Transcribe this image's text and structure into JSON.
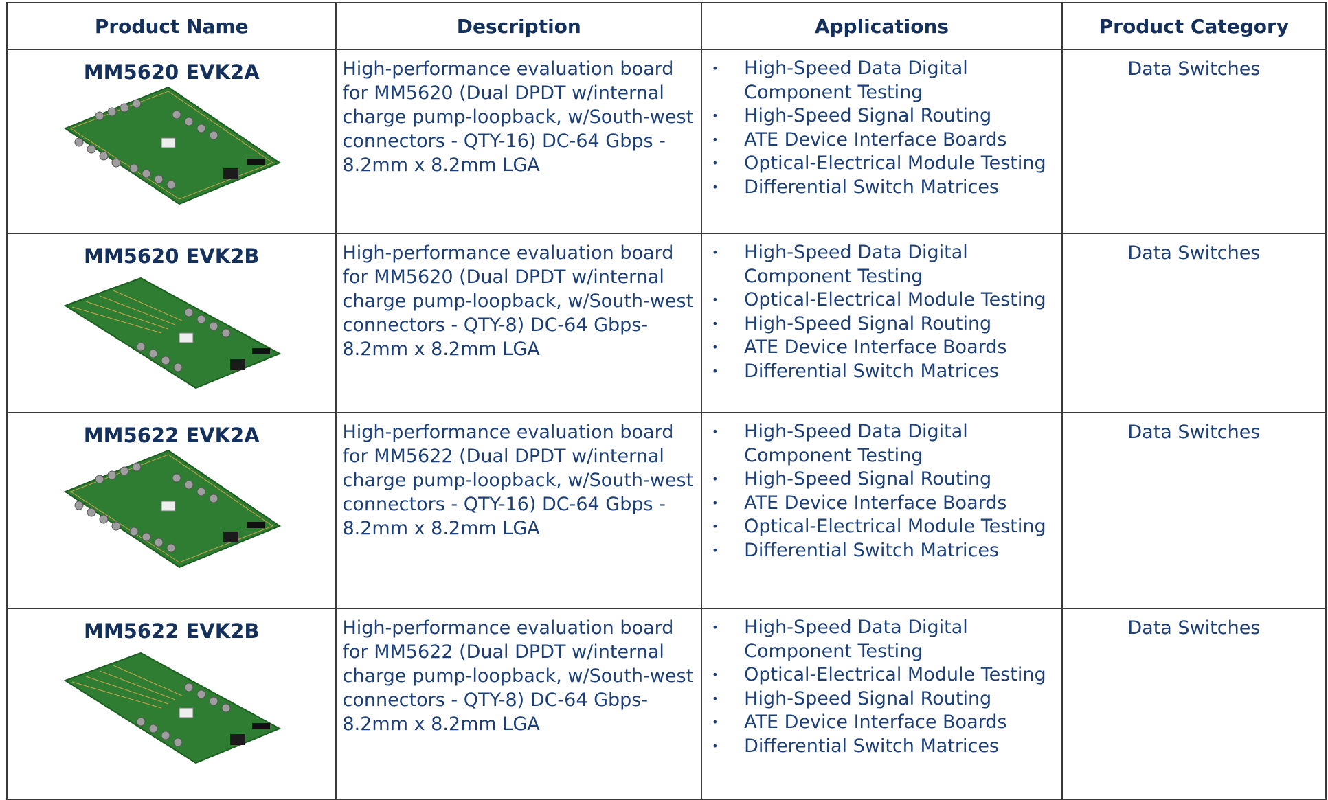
{
  "table": {
    "headers": [
      "Product Name",
      "Description",
      "Applications",
      "Product Category"
    ],
    "rows": [
      {
        "name": "MM5620 EVK2A",
        "description": "High-performance evaluation board for MM5620 (Dual DPDT w/internal charge pump-loopback, w/South-west connectors - QTY-16) DC-64 Gbps - 8.2mm x 8.2mm LGA",
        "applications": [
          "High-Speed Data Digital Component Testing",
          "High-Speed Signal Routing",
          "ATE Device Interface Boards",
          "Optical-Electrical Module Testing",
          "Differential Switch Matrices"
        ],
        "category": "Data Switches"
      },
      {
        "name": "MM5620 EVK2B",
        "description": "High-performance evaluation board for MM5620 (Dual DPDT w/internal charge pump-loopback, w/South-west connectors - QTY-8) DC-64 Gbps- 8.2mm x 8.2mm LGA",
        "applications": [
          "High-Speed Data Digital Component Testing",
          "Optical-Electrical Module Testing",
          "High-Speed Signal Routing",
          "ATE Device Interface Boards",
          "Differential Switch Matrices"
        ],
        "category": "Data Switches"
      },
      {
        "name": "MM5622 EVK2A",
        "description": "High-performance evaluation board for MM5622 (Dual DPDT w/internal charge pump-loopback, w/South-west connectors - QTY-16) DC-64 Gbps - 8.2mm x 8.2mm LGA",
        "applications": [
          "High-Speed Data Digital Component Testing",
          "High-Speed Signal Routing",
          "ATE Device Interface Boards",
          "Optical-Electrical Module Testing",
          "Differential Switch Matrices"
        ],
        "category": "Data Switches"
      },
      {
        "name": "MM5622 EVK2B",
        "description": "High-performance evaluation board for MM5622 (Dual DPDT w/internal charge pump-loopback, w/South-west connectors - QTY-8) DC-64 Gbps- 8.2mm x 8.2mm LGA",
        "applications": [
          "High-Speed Data Digital Component Testing",
          "Optical-Electrical Module Testing",
          "High-Speed Signal Routing",
          "ATE Device Interface Boards",
          "Differential Switch Matrices"
        ],
        "category": "Data Switches"
      }
    ]
  },
  "colors": {
    "header_text": "#14305c",
    "body_text": "#1c3f78",
    "border": "#3a3a3a",
    "pcb_green": "#2e7d32"
  },
  "icons": {
    "product_image": "evaluation-board-icon"
  }
}
